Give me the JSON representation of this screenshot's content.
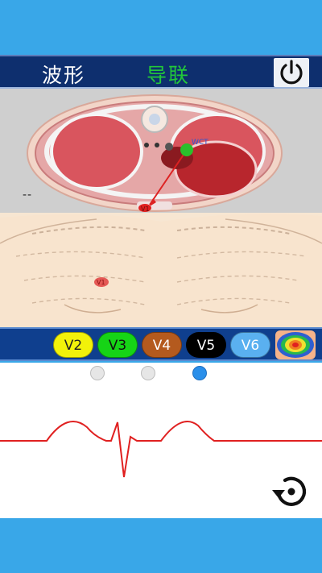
{
  "header": {
    "tab_waveform": "波形",
    "tab_leads": "导联",
    "power_label": "power"
  },
  "anatomy": {
    "wct_label": "WCT",
    "v1_marker_label": "V1",
    "chest_v1_label": "V1",
    "dash_label": "--"
  },
  "lead_bar": {
    "buttons": [
      {
        "label": "V2",
        "color": "#f2f20a",
        "text_color": "#222222"
      },
      {
        "label": "V3",
        "color": "#16d416",
        "text_color": "#111111"
      },
      {
        "label": "V4",
        "color": "#b45a1e",
        "text_color": "#ffffff"
      },
      {
        "label": "V5",
        "color": "#000000",
        "text_color": "#ffffff"
      },
      {
        "label": "V6",
        "color": "#5ab0f0",
        "text_color": "#ffffff"
      }
    ],
    "heatmap_icon": "heatmap-icon"
  },
  "waveform": {
    "page_dots": [
      false,
      false,
      true
    ],
    "trace_color": "#e02020"
  },
  "colors": {
    "background": "#39a7e8",
    "header": "#0e2f6e",
    "accent_green": "#22c83a",
    "lead_bar": "#0f3f8e"
  }
}
